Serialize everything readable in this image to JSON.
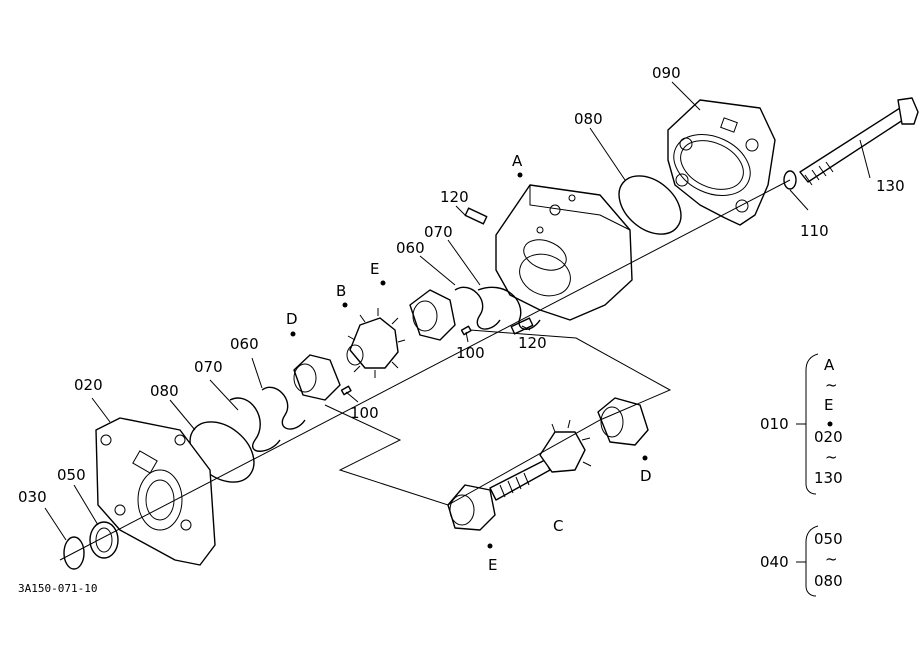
{
  "figure_code": "3A150-071-10",
  "callouts": {
    "p090": "090",
    "p080_top": "080",
    "p080_left": "080",
    "p120_top": "120",
    "p120_bottom": "120",
    "p070_top": "070",
    "p070_left": "070",
    "p060_top": "060",
    "p060_left": "060",
    "p100_center": "100",
    "p100_left": "100",
    "p110": "110",
    "p130": "130",
    "p020": "020",
    "p050": "050",
    "p030": "030",
    "A": "A",
    "B": "B",
    "C": "C",
    "D_left": "D",
    "D_right": "D",
    "E_top": "E",
    "E_bottom": "E"
  },
  "assembly_010": {
    "number": "010",
    "items": [
      "A",
      "~",
      "E",
      "020",
      "~",
      "130"
    ]
  },
  "assembly_040": {
    "number": "040",
    "items": [
      "050",
      "~",
      "080"
    ]
  }
}
